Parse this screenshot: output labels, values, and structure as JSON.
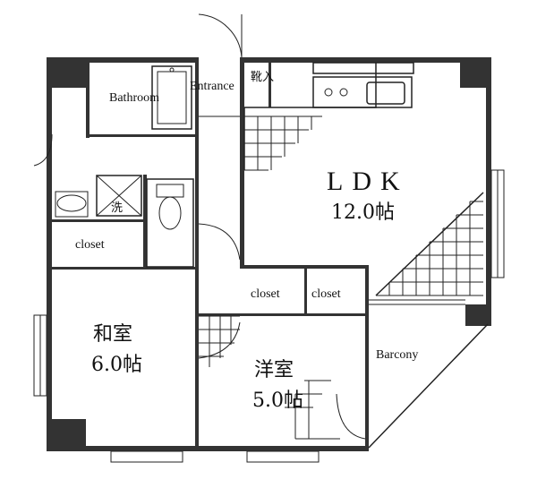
{
  "floorplan": {
    "rooms": {
      "ldk": {
        "name": "LDK",
        "size": "12.0帖"
      },
      "washitsu": {
        "name": "和室",
        "size": "6.0帖"
      },
      "youshitsu": {
        "name": "洋室",
        "size": "5.0帖"
      },
      "bathroom": {
        "name": "Bathroom"
      },
      "entrance": {
        "name": "Entrance"
      },
      "balcony": {
        "name": "Barcony"
      }
    },
    "storage": {
      "closet_left": "closet",
      "closet_mid": "closet",
      "closet_right": "closet",
      "shoe_box": "靴入",
      "washer": "洗"
    },
    "colors": {
      "wall": "#333333",
      "wall_gray": "#8a8a8a",
      "line": "#222222"
    }
  }
}
